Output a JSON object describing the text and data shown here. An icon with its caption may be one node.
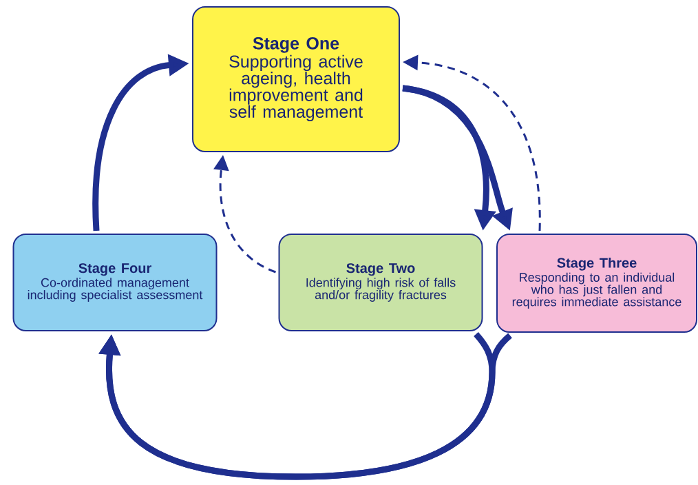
{
  "diagram": {
    "nodes": [
      {
        "text": [
          "Stage One",
          "Supporting active ageing, health improvement and self management"
        ]
      },
      {
        "text": [
          "Stage Two",
          "Identifying high risk of falls and/or fragility fractures"
        ]
      },
      {
        "text": [
          "Stage Three",
          "Responding to an individual who has just fallen and requires immediate assistance"
        ]
      },
      {
        "text": [
          "Stage Four",
          "Co-ordinated management including specialist assessment"
        ]
      }
    ],
    "edges": [
      {
        "from": 0,
        "to": 1,
        "arrow": "to"
      },
      {
        "from": 0,
        "to": 2,
        "arrow": "to"
      },
      {
        "from": 2,
        "to": 0,
        "arrow": "to",
        "style": "dashed"
      },
      {
        "from": 1,
        "to": 0,
        "arrow": "to",
        "style": "dashed"
      },
      {
        "from": 3,
        "to": 0,
        "arrow": "to"
      },
      {
        "from": 1,
        "to": 3,
        "arrow": "to"
      },
      {
        "from": 2,
        "to": 3,
        "arrow": "to"
      }
    ]
  }
}
